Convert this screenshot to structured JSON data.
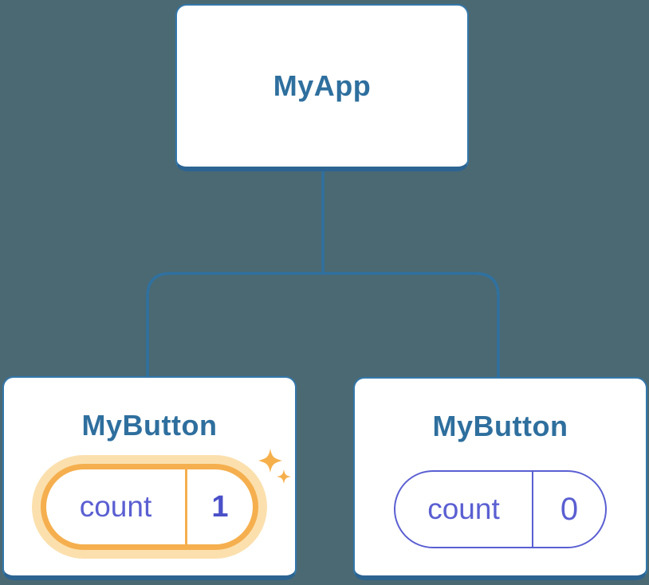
{
  "diagram": {
    "root": {
      "label": "MyApp"
    },
    "children": [
      {
        "label": "MyButton",
        "state": {
          "name": "count",
          "value": "1"
        },
        "highlighted": true
      },
      {
        "label": "MyButton",
        "state": {
          "name": "count",
          "value": "0"
        },
        "highlighted": false
      }
    ]
  },
  "icons": {
    "sparkles": "sparkles-icon"
  },
  "colors": {
    "background": "#4B6973",
    "connector": "#2F71A0",
    "card_border": "#3377AB",
    "card_border_bottom": "#2C6492",
    "title_text": "#2E6F9E",
    "state_text": "#5A5FD2",
    "state_value_highlight": "#4A50C8",
    "highlight_orange": "#F5AF4E",
    "highlight_glow": "#FBE0AE",
    "sparkle": "#F6B04B"
  }
}
